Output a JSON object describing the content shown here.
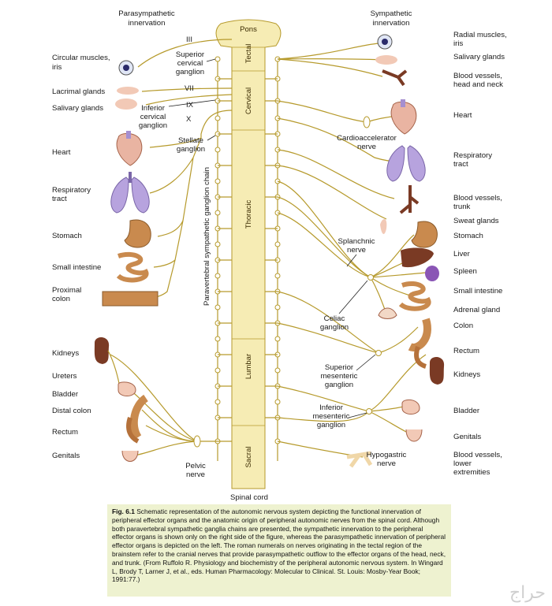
{
  "headers": {
    "parasympathetic": [
      "Parasympathetic",
      "innervation"
    ],
    "sympathetic": [
      "Sympathetic",
      "innervation"
    ]
  },
  "spine": {
    "pons": "Pons",
    "tectal": "Tectal",
    "cervical": "Cervical",
    "thoracic": "Thoracic",
    "lumbar": "Lumbar",
    "sacral": "Sacral",
    "spinal_cord": "Spinal cord",
    "chain": "Paravertebral sympathetic ganglion chain"
  },
  "cranial_nerves": [
    "III",
    "VII",
    "IX",
    "X"
  ],
  "ganglia": {
    "superior_cervical": [
      "Superior",
      "cervical",
      "ganglion"
    ],
    "inferior_cervical": [
      "Inferior",
      "cervical",
      "ganglion"
    ],
    "stellate": [
      "Stellate",
      "ganglion"
    ],
    "cardioaccelerator": [
      "Cardioaccelerator",
      "nerve"
    ],
    "splanchnic": [
      "Splanchnic",
      "nerve"
    ],
    "celiac": [
      "Celiac",
      "ganglion"
    ],
    "superior_mesenteric": [
      "Superior",
      "mesenteric",
      "ganglion"
    ],
    "inferior_mesenteric": [
      "Inferior",
      "mesenteric",
      "ganglion"
    ],
    "pelvic": [
      "Pelvic",
      "nerve"
    ],
    "hypogastric": [
      "Hypogastric",
      "nerve"
    ]
  },
  "left_organs": [
    [
      "Circular muscles,",
      "iris"
    ],
    [
      "Lacrimal glands"
    ],
    [
      "Salivary glands"
    ],
    [
      "Heart"
    ],
    [
      "Respiratory",
      "tract"
    ],
    [
      "Stomach"
    ],
    [
      "Small intestine"
    ],
    [
      "Proximal",
      "colon"
    ],
    [
      "Kidneys"
    ],
    [
      "Ureters"
    ],
    [
      "Bladder"
    ],
    [
      "Distal colon"
    ],
    [
      "Rectum"
    ],
    [
      "Genitals"
    ]
  ],
  "right_organs": [
    [
      "Radial muscles,",
      "iris"
    ],
    [
      "Salivary glands"
    ],
    [
      "Blood vessels,",
      "head and neck"
    ],
    [
      "Heart"
    ],
    [
      "Respiratory",
      "tract"
    ],
    [
      "Blood vessels,",
      "trunk"
    ],
    [
      "Sweat glands"
    ],
    [
      "Stomach"
    ],
    [
      "Liver"
    ],
    [
      "Spleen"
    ],
    [
      "Small intestine"
    ],
    [
      "Adrenal gland"
    ],
    [
      "Colon"
    ],
    [
      "Rectum"
    ],
    [
      "Kidneys"
    ],
    [
      "Bladder"
    ],
    [
      "Genitals"
    ],
    [
      "Blood vessels,",
      "lower",
      "extremities"
    ]
  ],
  "caption": {
    "fig": "Fig. 6.1",
    "text": "Schematic representation of the autonomic nervous system depicting the functional innervation of peripheral effector organs and the anatomic origin of peripheral autonomic nerves from the spinal cord. Although both paravertebral sympathetic ganglia chains are presented, the sympathetic innervation to the peripheral effector organs is shown only on the right side of the figure, whereas the parasympathetic innervation of peripheral effector organs is depicted on the left. The roman numerals on nerves originating in the tectal region of the brainstem refer to the cranial nerves that provide parasympathetic outflow to the effector organs of the head, neck, and trunk. (From Ruffolo R. Physiology and biochemistry of the peripheral autonomic nervous system. In Wingard L, Brody T, Larner J, et al., eds. Human Pharmacology: Molecular to Clinical. St. Louis: Mosby-Year Book; 1991:77.)"
  },
  "watermark": "حراج",
  "colors": {
    "nerve": "#b69a2c",
    "cord": "#f6ecb4",
    "caption_bg": "#eef2d0",
    "organ_pink": "#f2c9b6",
    "organ_brown": "#b5713a",
    "organ_purple": "#a58fd0",
    "organ_dark": "#7a3a24"
  }
}
